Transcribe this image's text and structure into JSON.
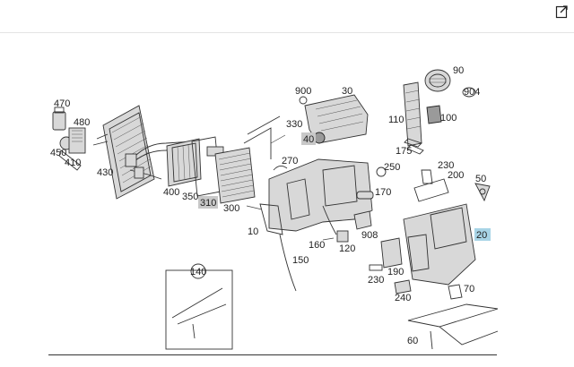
{
  "toolbar": {
    "export_icon": "export-icon"
  },
  "callouts": {
    "c470": "470",
    "c480": "480",
    "c450": "450",
    "c410": "410",
    "c430": "430",
    "c400": "400",
    "c350": "350",
    "c310": "310",
    "c300": "300",
    "c900": "900",
    "c30": "30",
    "c330": "330",
    "c40": "40",
    "c90": "90",
    "c904": "904",
    "c110": "110",
    "c100": "100",
    "c175": "175",
    "c270": "270",
    "c250": "250",
    "c170": "170",
    "c230a": "230",
    "c200": "200",
    "c50": "50",
    "c20": "20",
    "c10": "10",
    "c160": "160",
    "c120": "120",
    "c908": "908",
    "c150": "150",
    "c140": "140",
    "c190": "190",
    "c230b": "230",
    "c70": "70",
    "c240": "240",
    "c60": "60"
  },
  "highlight_colors": {
    "selected": "#a8d4e6",
    "grey": "#c8c8c8"
  }
}
